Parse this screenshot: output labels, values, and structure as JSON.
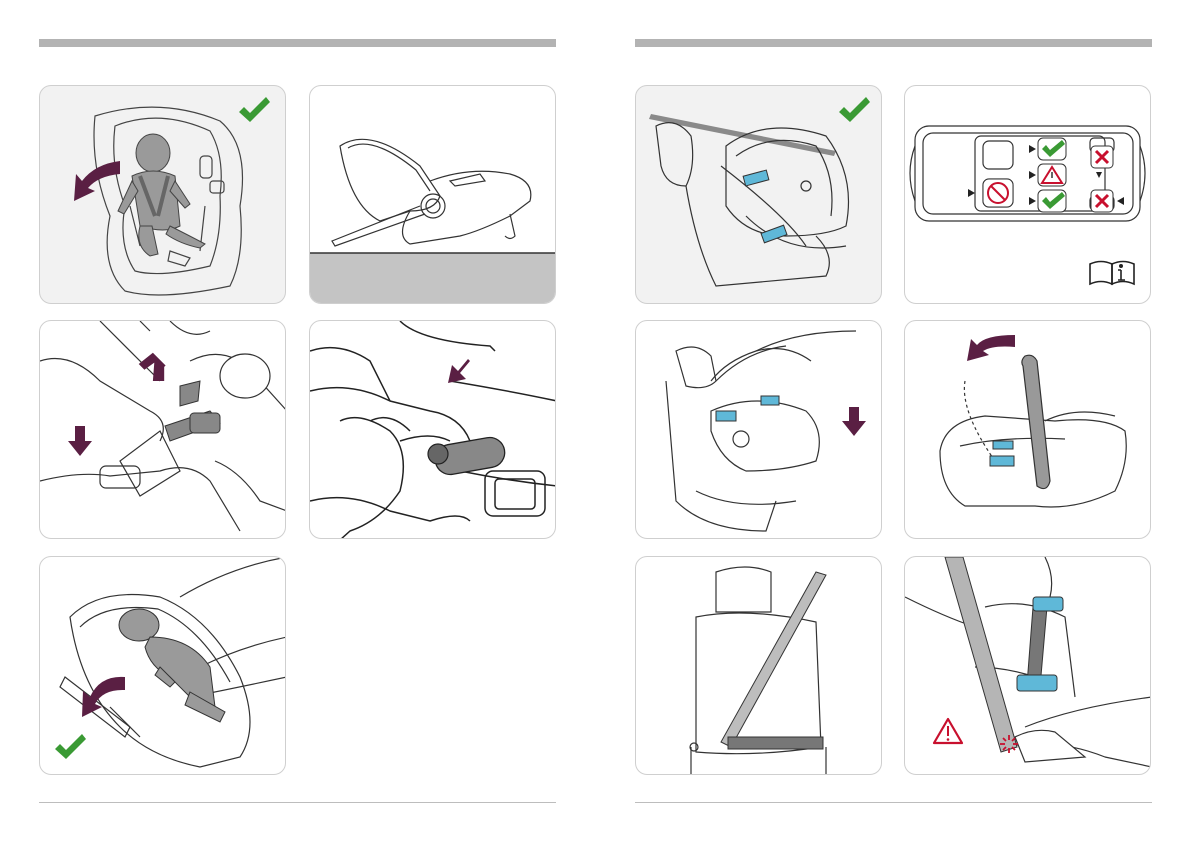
{
  "colors": {
    "accent_bar": "#b3b3b3",
    "arrow_purple": "#5a1f43",
    "check_green": "#3a9a34",
    "warning_red": "#c8102e",
    "part_blue": "#5fb8d8"
  },
  "pages": [
    {
      "panels": [
        {
          "id": "harness-open",
          "background": "grey",
          "status": "correct",
          "icons": [
            "check-icon",
            "rotate-arrow-icon"
          ]
        },
        {
          "id": "carry-handle-rest",
          "background": "white",
          "icons": []
        },
        {
          "id": "buckle-harness",
          "background": "white",
          "icons": [
            "down-arrow-icon"
          ]
        },
        {
          "id": "press-release",
          "background": "white",
          "icons": [
            "press-arrow-icon"
          ]
        },
        {
          "id": "baby-in-seat",
          "background": "white",
          "status": "correct",
          "icons": [
            "check-icon",
            "rotate-arrow-icon"
          ]
        }
      ]
    },
    {
      "panels": [
        {
          "id": "seat-rear-facing",
          "background": "grey",
          "status": "correct",
          "icons": [
            "check-icon"
          ]
        },
        {
          "id": "car-positions",
          "background": "white",
          "icons": [
            "check-icon",
            "warning-icon",
            "no-airbag-icon",
            "cross-icon",
            "manual-info-icon"
          ]
        },
        {
          "id": "place-in-car",
          "background": "white",
          "icons": [
            "down-arrow-icon"
          ]
        },
        {
          "id": "handle-up",
          "background": "white",
          "icons": [
            "rotate-arrow-icon"
          ]
        },
        {
          "id": "vehicle-belt",
          "background": "white",
          "icons": []
        },
        {
          "id": "belt-routing",
          "background": "white",
          "icons": [
            "warning-icon",
            "click-icon"
          ]
        }
      ]
    }
  ]
}
